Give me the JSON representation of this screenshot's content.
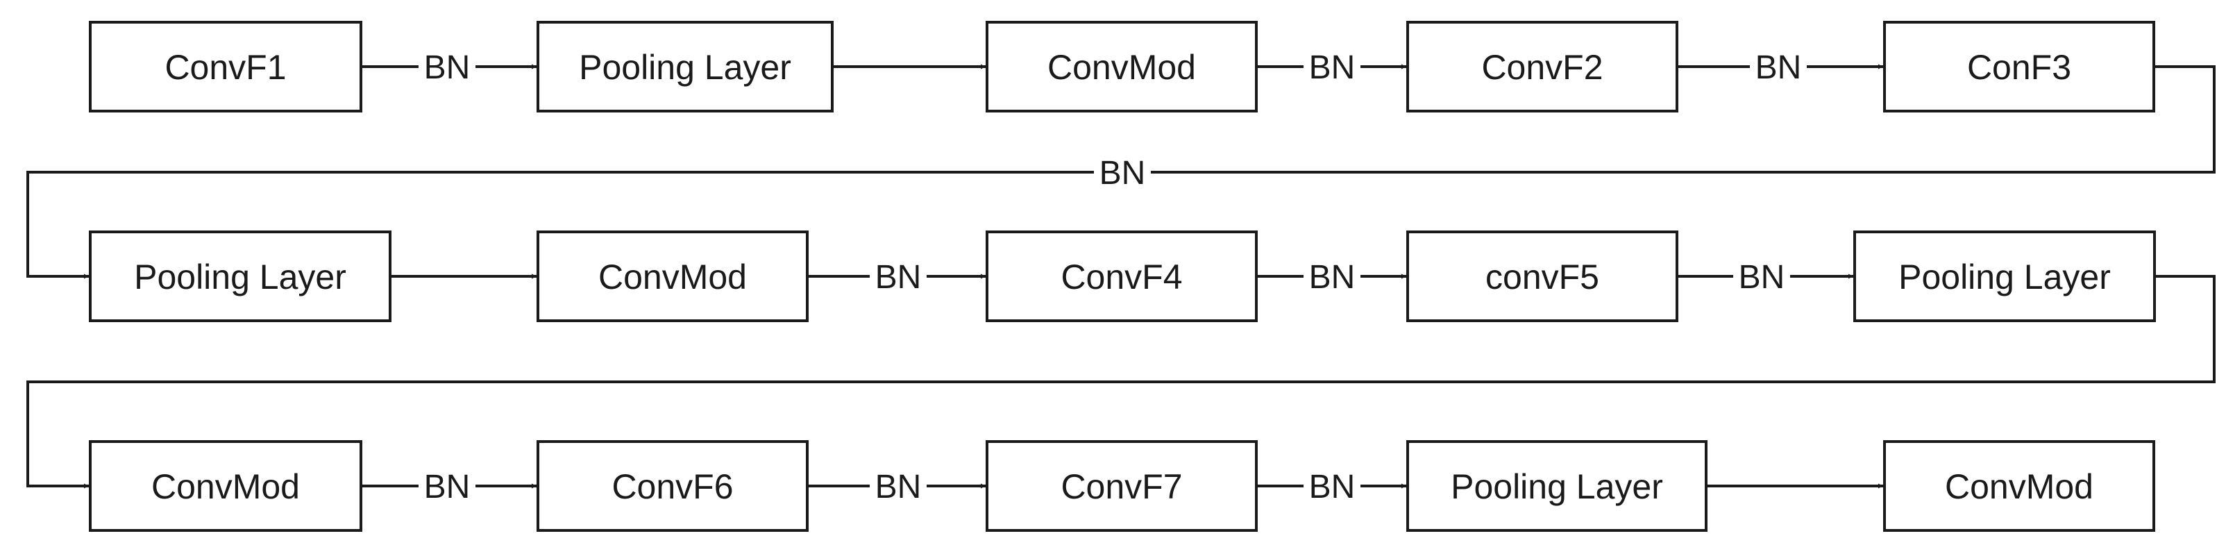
{
  "diagram": {
    "nodes": [
      {
        "id": "convf1",
        "label": "ConvF1"
      },
      {
        "id": "pool1",
        "label": "Pooling Layer"
      },
      {
        "id": "convmod1",
        "label": "ConvMod"
      },
      {
        "id": "convf2",
        "label": "ConvF2"
      },
      {
        "id": "conf3",
        "label": "ConF3"
      },
      {
        "id": "pool2",
        "label": "Pooling Layer"
      },
      {
        "id": "convmod2",
        "label": "ConvMod"
      },
      {
        "id": "convf4",
        "label": "ConvF4"
      },
      {
        "id": "convf5",
        "label": "convF5"
      },
      {
        "id": "pool3",
        "label": "Pooling Layer"
      },
      {
        "id": "convmod3",
        "label": "ConvMod"
      },
      {
        "id": "convf6",
        "label": "ConvF6"
      },
      {
        "id": "convf7",
        "label": "ConvF7"
      },
      {
        "id": "pool4",
        "label": "Pooling Layer"
      },
      {
        "id": "convmod4",
        "label": "ConvMod"
      }
    ],
    "edges": [
      {
        "from": "convf1",
        "to": "pool1",
        "label": "BN"
      },
      {
        "from": "pool1",
        "to": "convmod1",
        "label": ""
      },
      {
        "from": "convmod1",
        "to": "convf2",
        "label": "BN"
      },
      {
        "from": "convf2",
        "to": "conf3",
        "label": "BN"
      },
      {
        "from": "conf3",
        "to": "pool2",
        "label": "BN"
      },
      {
        "from": "pool2",
        "to": "convmod2",
        "label": ""
      },
      {
        "from": "convmod2",
        "to": "convf4",
        "label": "BN"
      },
      {
        "from": "convf4",
        "to": "convf5",
        "label": "BN"
      },
      {
        "from": "convf5",
        "to": "pool3",
        "label": "BN"
      },
      {
        "from": "pool3",
        "to": "convmod3",
        "label": ""
      },
      {
        "from": "convmod3",
        "to": "convf6",
        "label": "BN"
      },
      {
        "from": "convf6",
        "to": "convf7",
        "label": "BN"
      },
      {
        "from": "convf7",
        "to": "pool4",
        "label": "BN"
      },
      {
        "from": "pool4",
        "to": "convmod4",
        "label": ""
      }
    ]
  }
}
